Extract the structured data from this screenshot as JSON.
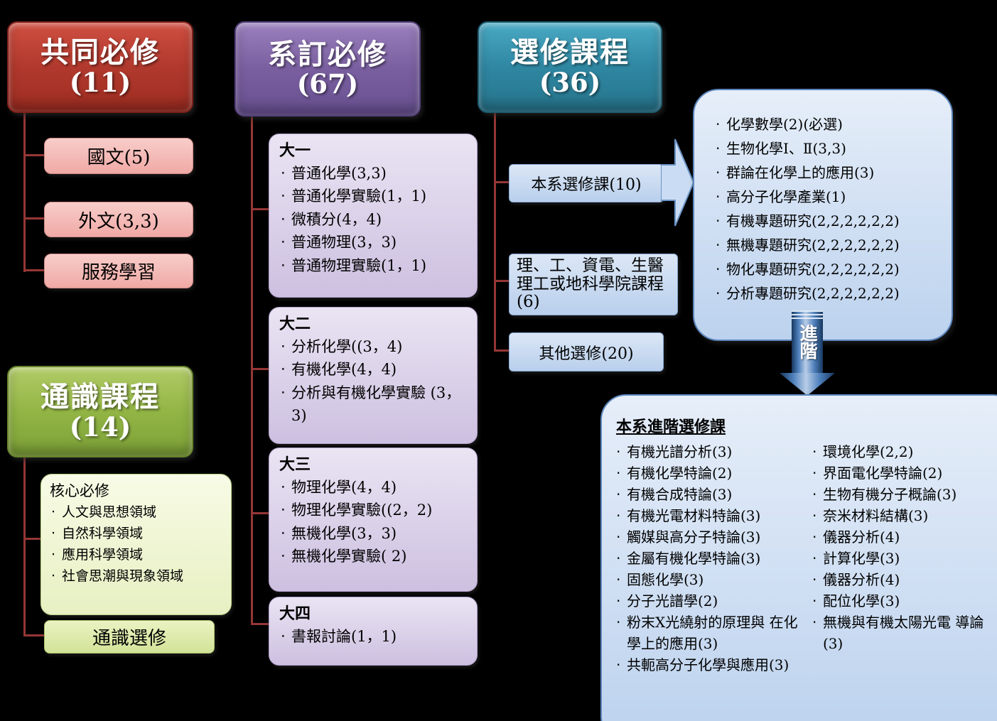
{
  "colors": {
    "background": "#000000",
    "common_required_red": "#b1392d",
    "dept_required_purple": "#7a5fa0",
    "electives_teal": "#2f87a2",
    "general_education_green": "#92b545",
    "connector_line": "#953735",
    "light_blue_panel": "#c5d9f1"
  },
  "common_required": {
    "title": "共同必修",
    "count": "(11)",
    "items": [
      "國文(5)",
      "外文(3,3)",
      "服務學習"
    ]
  },
  "general_education": {
    "title": "通識課程",
    "count": "(14)",
    "core": {
      "title": "核心必修",
      "items": [
        "人文與思想領域",
        "自然科學領域",
        "應用科學領域",
        "社會思潮與現象領域"
      ]
    },
    "elective_label": "通識選修"
  },
  "dept_required": {
    "title": "系訂必修",
    "count": "(67)",
    "year1": {
      "title": "大一",
      "items": [
        "普通化學(3,3)",
        "普通化學實驗(1，1)",
        "微積分(4，4)",
        "普通物理(3，3)",
        "普通物理實驗(1，1)"
      ]
    },
    "year2": {
      "title": "大二",
      "items": [
        "分析化學((3，4)",
        "有機化學(4，4)",
        "分析與有機化學實驗 (3，3)"
      ]
    },
    "year3": {
      "title": "大三",
      "items": [
        "物理化學(4，4)",
        "物理化學實驗((2，2)",
        "無機化學(3，3)",
        "無機化學實驗( 2)"
      ]
    },
    "year4": {
      "title": "大四",
      "items": [
        "書報討論(1，1)"
      ]
    }
  },
  "electives": {
    "title": "選修課程",
    "count": "(36)",
    "dept_box": "本系選修課(10)",
    "college_box": "理、工、資電、生醫理工或地科學院課程(6)",
    "other_box": "其他選修(20)"
  },
  "dept_elective_courses": {
    "items": [
      "化學數學(2)(必選)",
      "生物化學Ⅰ、Ⅱ(3,3)",
      "群論在化學上的應用(3)",
      "高分子化學產業(1)",
      "有機專題研究(2,2,2,2,2,2)",
      "無機專題研究(2,2,2,2,2,2)",
      "物化專題研究(2,2,2,2,2,2)",
      "分析專題研究(2,2,2,2,2,2)"
    ]
  },
  "advanced_arrow": {
    "label": "進階"
  },
  "advanced_electives": {
    "title": "本系進階選修課",
    "left_items": [
      "有機光譜分析(3)",
      "有機化學特論(2)",
      "有機合成特論(3)",
      "有機光電材料特論(3)",
      "觸媒與高分子特論(3)",
      "金屬有機化學特論(3)",
      "固態化學(3)",
      "分子光譜學(2)",
      "粉末X光繞射的原理與 在化學上的應用(3)",
      "共軛高分子化學與應用(3)"
    ],
    "right_items": [
      "環境化學(2,2)",
      "界面電化學特論(2)",
      "生物有機分子概論(3)",
      "奈米材料結構(3)",
      "儀器分析(4)",
      "計算化學(3)",
      "儀器分析(4)",
      "配位化學(3)",
      "無機與有機太陽光電 導論(3)"
    ]
  }
}
